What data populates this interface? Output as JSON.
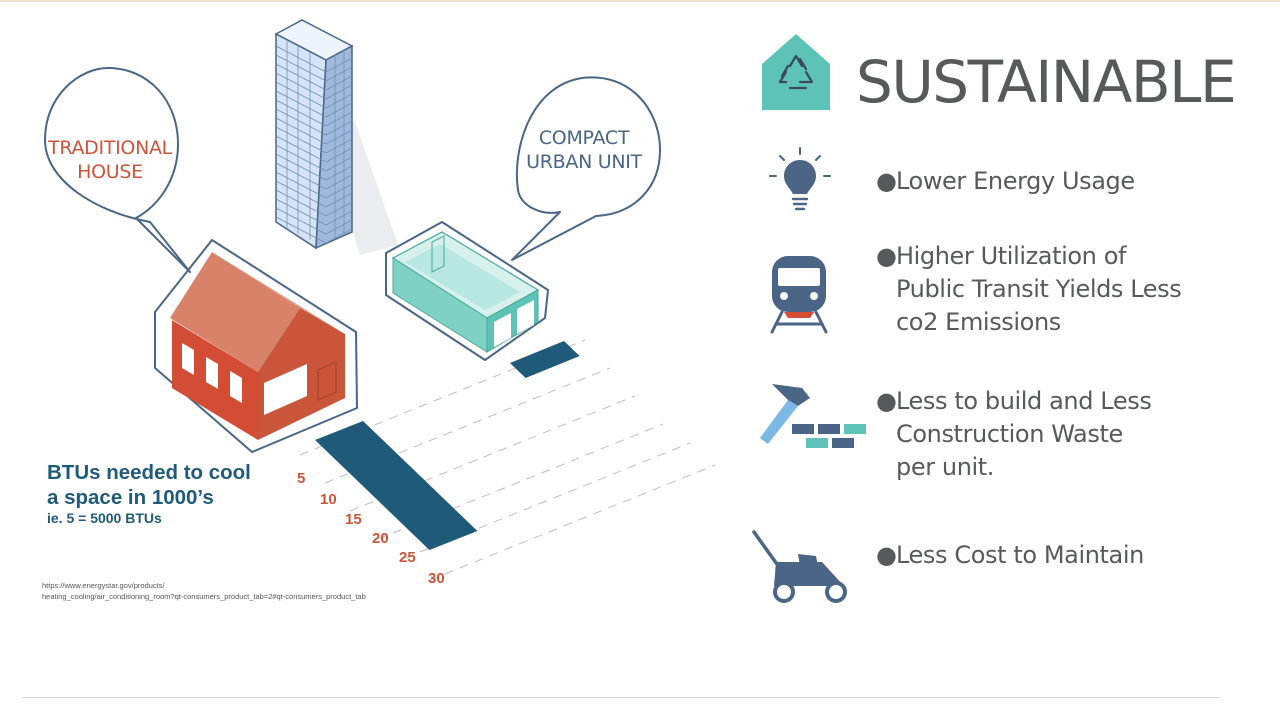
{
  "colors": {
    "navy": "#1f5a78",
    "accent_red": "#c9563a",
    "teal": "#5cc3b6",
    "icon_slate": "#4a6585",
    "text_gray": "#58595b"
  },
  "illustration": {
    "traditional_house_label": [
      "TRADITIONAL",
      "HOUSE"
    ],
    "compact_unit_label": [
      "COMPACT",
      "URBAN UNIT"
    ],
    "btu_title": [
      "BTUs needed to cool",
      "a space in 1000’s"
    ],
    "btu_note": "ie. 5 = 5000 BTUs",
    "scale_ticks": [
      "5",
      "10",
      "15",
      "20",
      "25",
      "30"
    ],
    "source": [
      "https://www.energystar.gov/products/",
      "heating_cooling/air_conditioning_room?qt-consumers_product_tab=2#qt-consumers_product_tab"
    ]
  },
  "chart_data": {
    "type": "bar",
    "categories": [
      "TRADITIONAL HOUSE",
      "COMPACT URBAN UNIT"
    ],
    "values": [
      24,
      5
    ],
    "ticks": [
      5,
      10,
      15,
      20,
      25,
      30
    ],
    "ylim": [
      0,
      30
    ],
    "xlabel": "",
    "ylabel": "BTUs needed to cool a space in 1000’s"
  },
  "panel": {
    "heading": "SUSTAINABLE",
    "heading_icon": "house-recycle-icon",
    "bullet": "●",
    "features": [
      {
        "icon": "lightbulb-icon",
        "lines": [
          "Lower Energy Usage"
        ]
      },
      {
        "icon": "train-icon",
        "lines": [
          "Higher Utilization of",
          "Public Transit Yields Less",
          "co2 Emissions"
        ]
      },
      {
        "icon": "hammer-bricks-icon",
        "lines": [
          "Less to build and Less",
          "Construction Waste",
          "per unit."
        ]
      },
      {
        "icon": "lawnmower-icon",
        "lines": [
          "Less Cost to Maintain"
        ]
      }
    ]
  }
}
